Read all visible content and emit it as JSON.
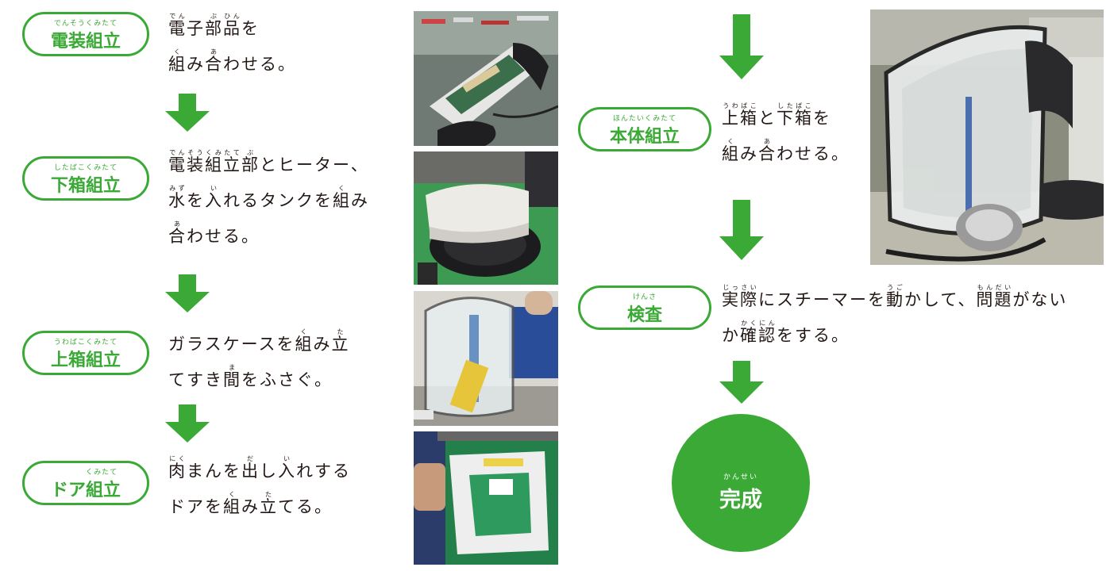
{
  "colors": {
    "accent": "#3aa935",
    "text": "#231815"
  },
  "left_steps": [
    {
      "name": "電装組立",
      "name_ruby": "でんそうくみたて",
      "lines": [
        [
          {
            "t": "電",
            "r": "でん"
          },
          {
            "t": "子"
          },
          {
            "t": "部",
            "r": "ぶ"
          },
          {
            "t": "品",
            "r": "ひん"
          },
          {
            "t": "を"
          }
        ],
        [
          {
            "t": "組",
            "r": "く"
          },
          {
            "t": "み"
          },
          {
            "t": "合",
            "r": "あ"
          },
          {
            "t": "わせる。"
          }
        ]
      ]
    },
    {
      "name": "下箱組立",
      "name_ruby": "したばこくみたて",
      "lines": [
        [
          {
            "t": "電装組立",
            "r": "でんそうくみたて"
          },
          {
            "t": "部",
            "r": "ぶ"
          },
          {
            "t": "とヒーター、"
          }
        ],
        [
          {
            "t": "水",
            "r": "みず"
          },
          {
            "t": "を"
          },
          {
            "t": "入",
            "r": "い"
          },
          {
            "t": "れるタンクを"
          },
          {
            "t": "組",
            "r": "く"
          },
          {
            "t": "み"
          }
        ],
        [
          {
            "t": "合",
            "r": "あ"
          },
          {
            "t": "わせる。"
          }
        ]
      ]
    },
    {
      "name": "上箱組立",
      "name_ruby": "うわばこくみたて",
      "lines": [
        [
          {
            "t": "ガラスケースを"
          },
          {
            "t": "組",
            "r": "く"
          },
          {
            "t": "み"
          },
          {
            "t": "立",
            "r": "た"
          }
        ],
        [
          {
            "t": "てすき"
          },
          {
            "t": "間",
            "r": "ま"
          },
          {
            "t": "をふさぐ。"
          }
        ]
      ]
    },
    {
      "name": "ドア組立",
      "name_ruby": "くみたて",
      "lines": [
        [
          {
            "t": "肉",
            "r": "にく"
          },
          {
            "t": "まんを"
          },
          {
            "t": "出",
            "r": "だ"
          },
          {
            "t": "し"
          },
          {
            "t": "入",
            "r": "い"
          },
          {
            "t": "れする"
          }
        ],
        [
          {
            "t": "ドアを"
          },
          {
            "t": "組",
            "r": "く"
          },
          {
            "t": "み"
          },
          {
            "t": "立",
            "r": "た"
          },
          {
            "t": "てる。"
          }
        ]
      ]
    }
  ],
  "right_steps": [
    {
      "name": "本体組立",
      "name_ruby": "ほんたいくみたて",
      "lines": [
        [
          {
            "t": "上箱",
            "r": "うわばこ"
          },
          {
            "t": "と"
          },
          {
            "t": "下箱",
            "r": "したばこ"
          },
          {
            "t": "を"
          }
        ],
        [
          {
            "t": "組",
            "r": "く"
          },
          {
            "t": "み"
          },
          {
            "t": "合",
            "r": "あ"
          },
          {
            "t": "わせる。"
          }
        ]
      ]
    },
    {
      "name": "検査",
      "name_ruby": "けんさ",
      "lines": [
        [
          {
            "t": "実際",
            "r": "じっさい"
          },
          {
            "t": "にスチーマーを"
          },
          {
            "t": "動",
            "r": "うご"
          },
          {
            "t": "かして、"
          },
          {
            "t": "問題",
            "r": "もんだい"
          },
          {
            "t": "がない"
          }
        ],
        [
          {
            "t": "か"
          },
          {
            "t": "確認",
            "r": "かくにん"
          },
          {
            "t": "をする。"
          }
        ]
      ]
    }
  ],
  "completion": {
    "name": "完成",
    "name_ruby": "かんせい"
  }
}
